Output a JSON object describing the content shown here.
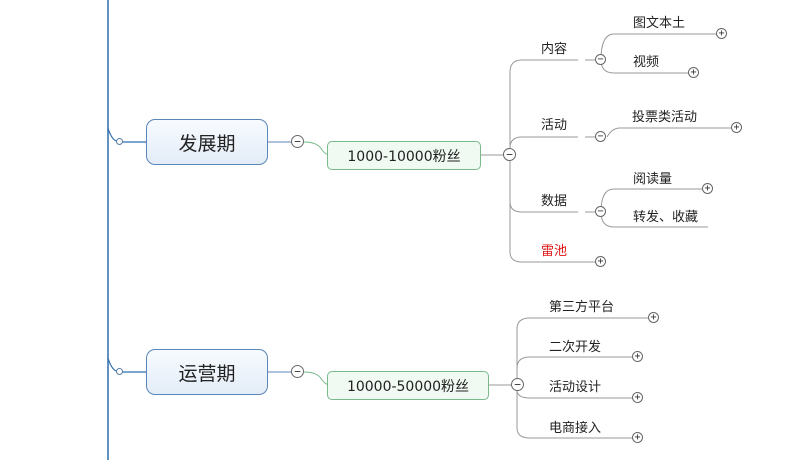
{
  "phases": [
    {
      "name": "发展期",
      "fans": "1000-10000粉丝",
      "branches": [
        {
          "label": "内容",
          "children": [
            "图文本土",
            "视频"
          ]
        },
        {
          "label": "活动",
          "children": [
            "投票类活动"
          ]
        },
        {
          "label": "数据",
          "children": [
            "阅读量",
            "转发、收藏"
          ]
        },
        {
          "label": "雷池",
          "children": []
        }
      ]
    },
    {
      "name": "运营期",
      "fans": "10000-50000粉丝",
      "branches": [
        {
          "label": "第三方平台",
          "children": []
        },
        {
          "label": "二次开发",
          "children": []
        },
        {
          "label": "活动设计",
          "children": []
        },
        {
          "label": "电商接入",
          "children": []
        }
      ]
    }
  ],
  "colors": {
    "spine": "#2f6fae",
    "phase_border": "#5b86b8",
    "fans_border": "#79b98b",
    "connector": "#9a9a9a",
    "warning": "#e01515"
  },
  "icons": {
    "collapse": "−",
    "expand": "+"
  }
}
